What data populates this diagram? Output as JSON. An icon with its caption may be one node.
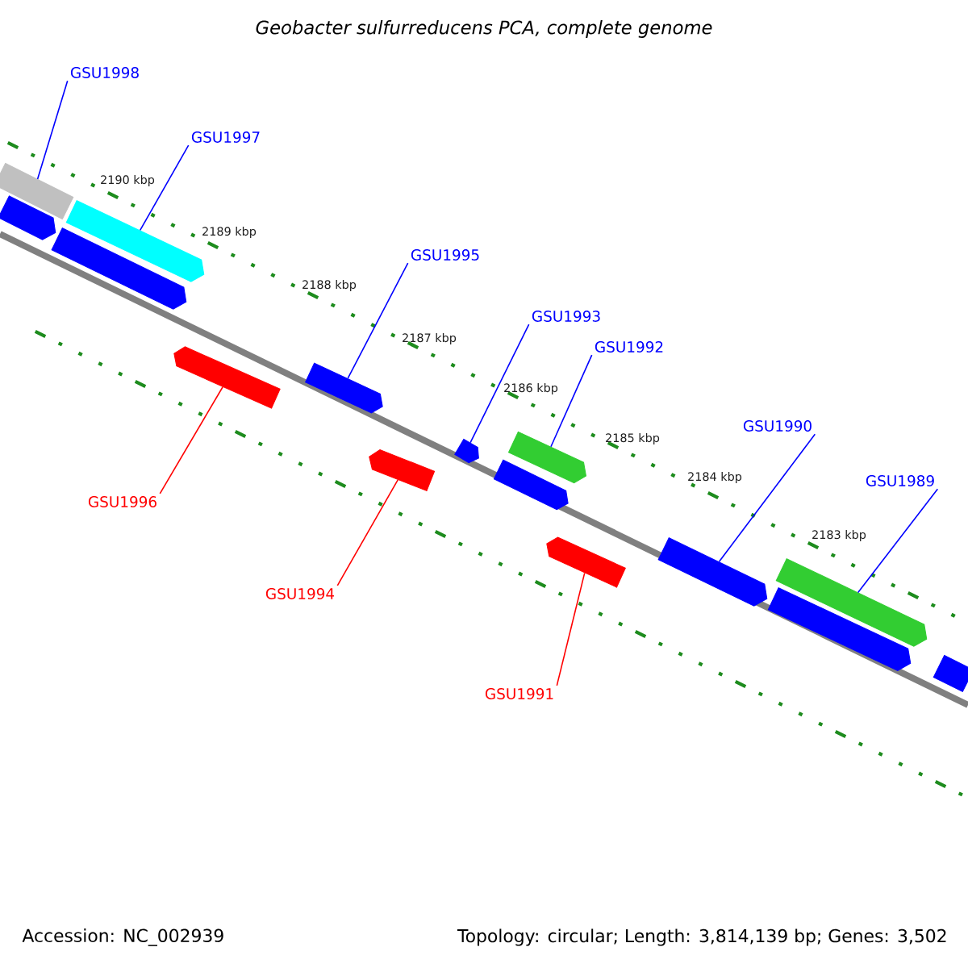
{
  "diagram": {
    "title": "Geobacter sulfurreducens PCA, complete genome",
    "nodes": [
      {
        "text": [
          "GSU1998"
        ]
      },
      {
        "text": [
          "GSU1997"
        ]
      },
      {
        "text": [
          "GSU1995"
        ]
      },
      {
        "text": [
          "GSU1993"
        ]
      },
      {
        "text": [
          "GSU1992"
        ]
      },
      {
        "text": [
          "GSU1990"
        ]
      },
      {
        "text": [
          "GSU1989"
        ]
      },
      {
        "text": [
          "GSU1996"
        ]
      },
      {
        "text": [
          "GSU1994"
        ]
      },
      {
        "text": [
          "GSU1991"
        ]
      },
      {
        "text": [],
        "shape": "bar"
      },
      {
        "text": [],
        "shape": "bar"
      },
      {
        "text": [],
        "shape": "bar"
      },
      {
        "text": [],
        "shape": "bar"
      },
      {
        "text": [],
        "shape": "bar"
      },
      {
        "text": [],
        "shape": "bar"
      },
      {
        "text": [],
        "shape": "bar"
      },
      {
        "text": [],
        "shape": "bar"
      },
      {
        "text": [],
        "shape": "bar"
      },
      {
        "text": [],
        "shape": "bar"
      },
      {
        "text": [],
        "shape": "bar"
      },
      {
        "text": [],
        "shape": "bar"
      },
      {
        "text": [],
        "shape": "bar"
      },
      {
        "text": [],
        "shape": "bar"
      },
      {
        "text": [],
        "shape": "bar"
      }
    ],
    "edges": [
      {
        "from": 0,
        "to": 10,
        "arrow": "none"
      },
      {
        "from": 1,
        "to": 12,
        "arrow": "none"
      },
      {
        "from": 2,
        "to": 15,
        "arrow": "none"
      },
      {
        "from": 3,
        "to": 17,
        "arrow": "none"
      },
      {
        "from": 4,
        "to": 19,
        "arrow": "none"
      },
      {
        "from": 5,
        "to": 21,
        "arrow": "none"
      },
      {
        "from": 6,
        "to": 22,
        "arrow": "none"
      },
      {
        "from": 7,
        "to": 14,
        "arrow": "none",
        "color": "#ff0000"
      },
      {
        "from": 8,
        "to": 16,
        "arrow": "none",
        "color": "#ff0000"
      },
      {
        "from": 9,
        "to": 20,
        "arrow": "none",
        "color": "#ff0000"
      }
    ],
    "labels": [
      "2190 kbp",
      "2189 kbp",
      "2188 kbp",
      "2187 kbp",
      "2186 kbp",
      "2185 kbp",
      "2184 kbp",
      "2183 kbp",
      "Accession: NC_002939",
      "Topology: circular; Length: 3,814,139 bp; Genes: 3,502"
    ]
  }
}
